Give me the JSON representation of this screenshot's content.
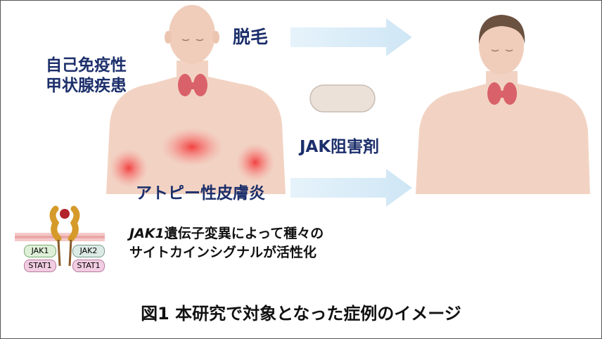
{
  "labels": {
    "hair_loss": "脱毛",
    "thyroid_line1": "自己免疫性",
    "thyroid_line2": "甲状腺疾患",
    "jak_inhibitor": "JAK阻害剤",
    "atopic": "アトピー性皮膚炎",
    "mutation_italic": "JAK1",
    "mutation_line1_rest": "遺伝子変異によって種々の",
    "mutation_line2": "サイトカインシグナルが活性化",
    "caption": "図1 本研究で対象となった症例のイメージ"
  },
  "receptor": {
    "jak_left": "JAK1",
    "jak_right": "JAK2",
    "stat_left": "STAT1",
    "stat_right": "STAT1"
  },
  "colors": {
    "text_navy": "#1c2f6b",
    "arrow": "#d6ebf7",
    "skin": "#f2d3c3",
    "inflammation": "#f04848"
  }
}
